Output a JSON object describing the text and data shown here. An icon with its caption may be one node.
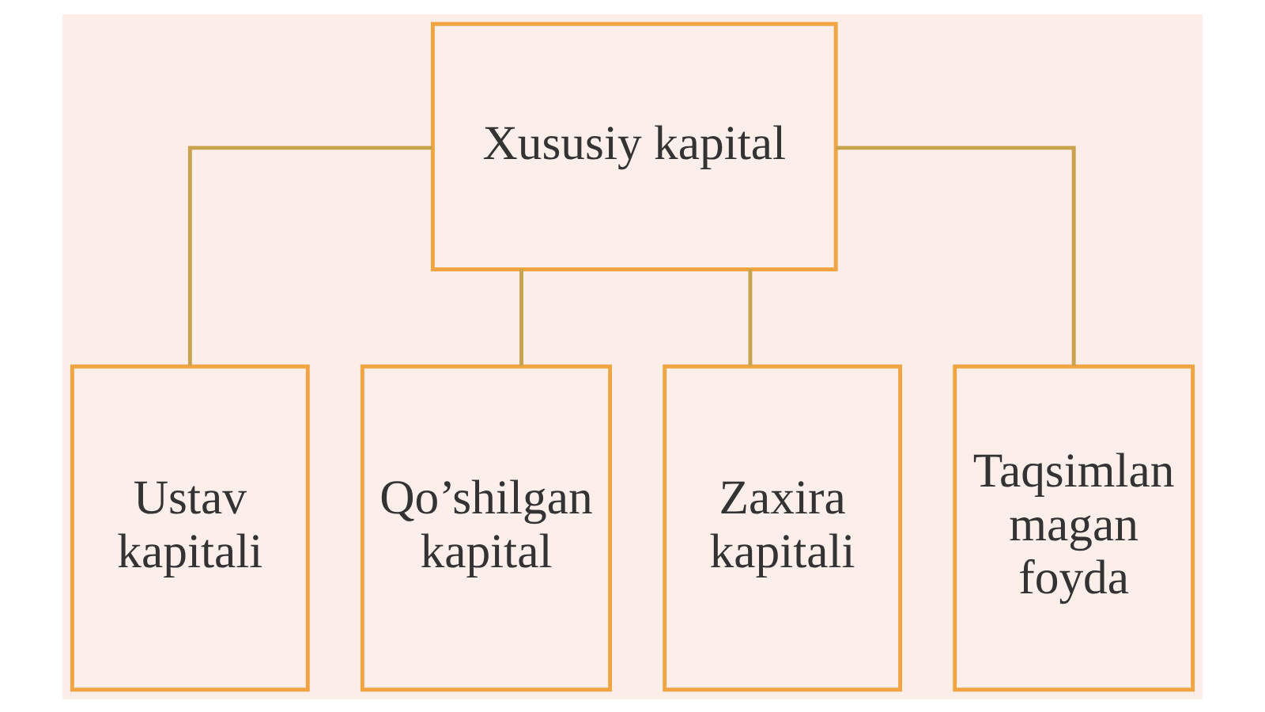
{
  "diagram": {
    "nodes": [
      {
        "text": [
          "Xususiy kapital"
        ]
      },
      {
        "text": [
          "Ustav kapitali"
        ]
      },
      {
        "text": [
          "Qo’shilgan kapital"
        ]
      },
      {
        "text": [
          "Zaxira kapitali"
        ]
      },
      {
        "text": [
          "Taqsimlan magan foyda"
        ]
      }
    ],
    "edges": [
      {
        "from": 0,
        "to": 1,
        "arrow": "none"
      },
      {
        "from": 0,
        "to": 2,
        "arrow": "none"
      },
      {
        "from": 0,
        "to": 3,
        "arrow": "none"
      },
      {
        "from": 0,
        "to": 4,
        "arrow": "none"
      }
    ]
  }
}
